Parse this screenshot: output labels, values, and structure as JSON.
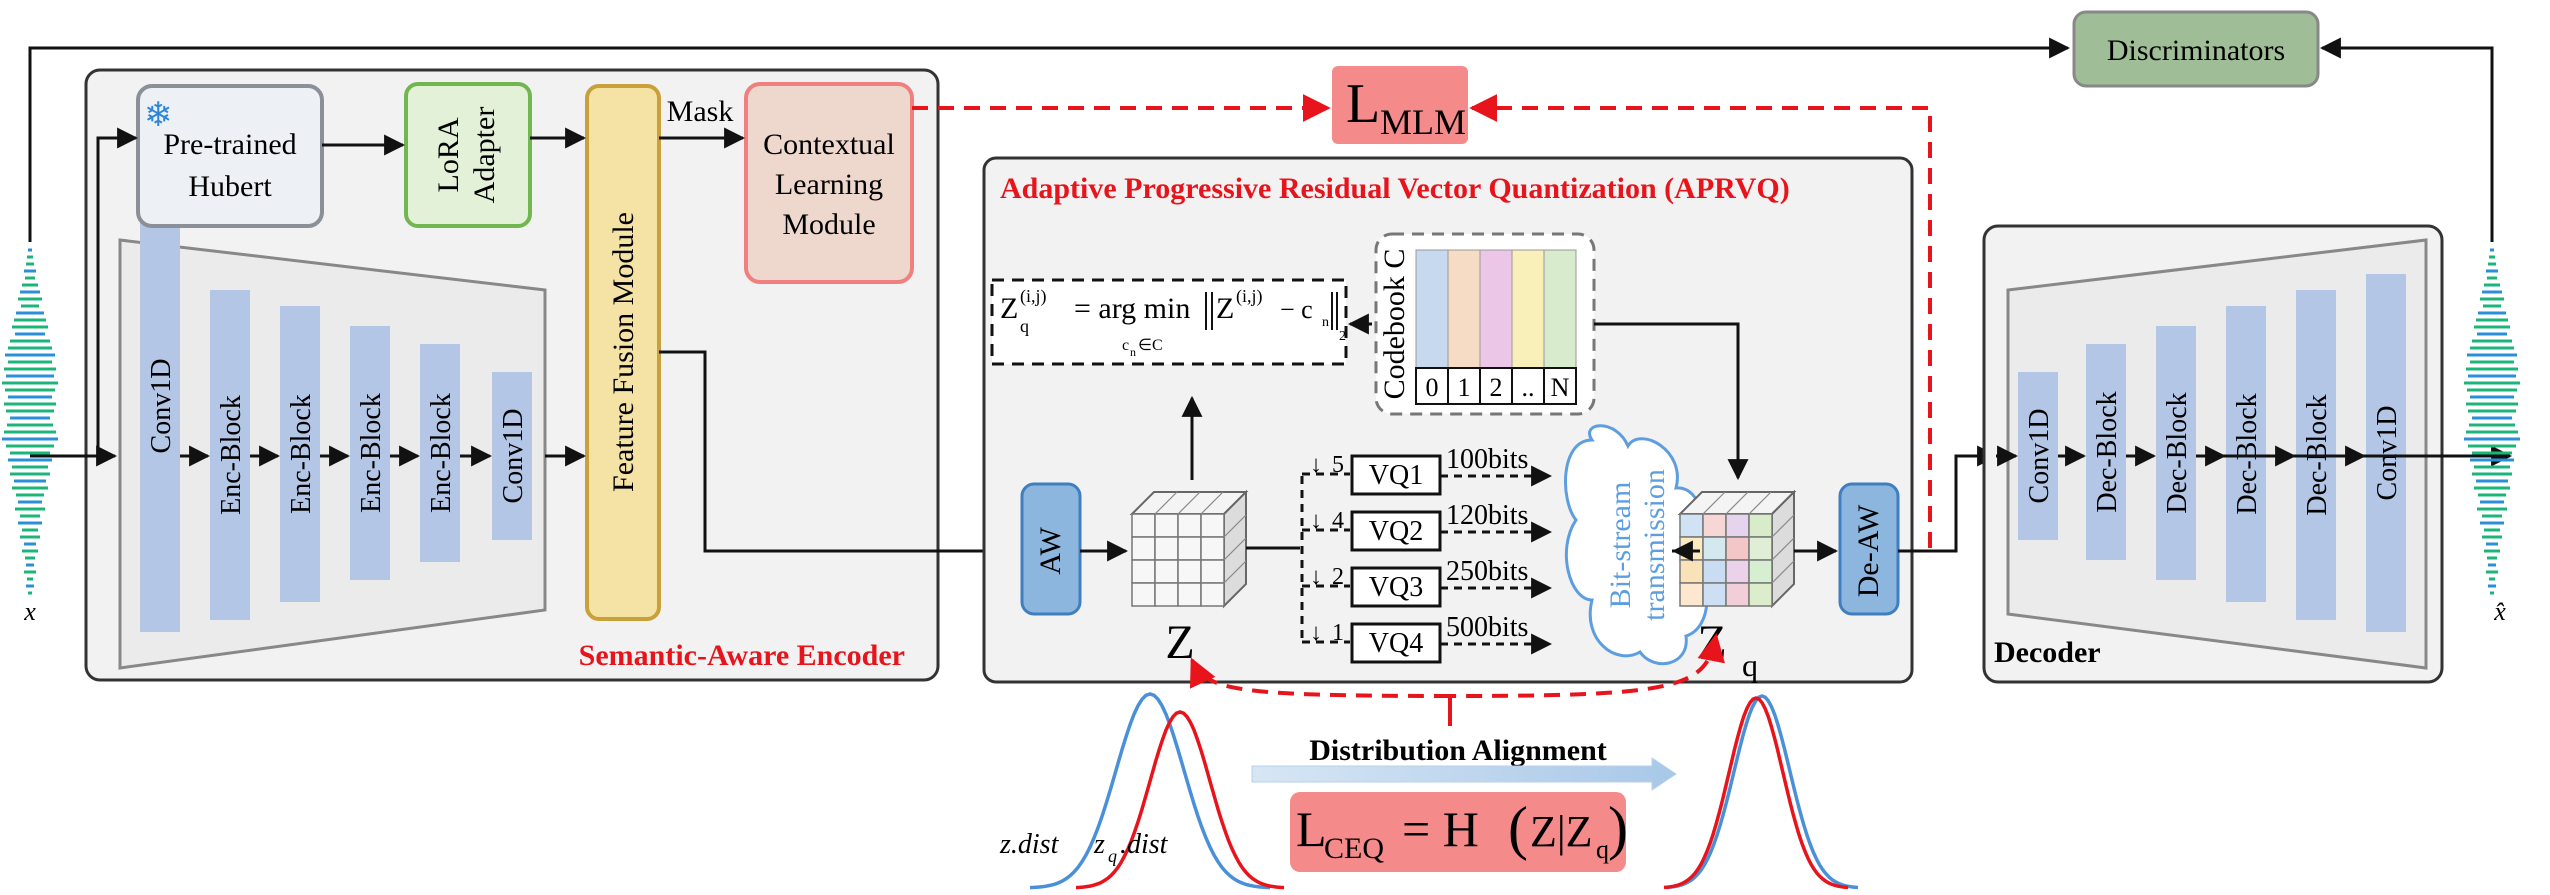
{
  "signals": {
    "input_label": "x",
    "output_label": "x̂"
  },
  "encoder": {
    "title": "Semantic-Aware Encoder",
    "pretrained": "Pre-trained Hubert",
    "pretrained_l1": "Pre-trained",
    "pretrained_l2": "Hubert",
    "lora": "LoRA Adapter",
    "lora_l1": "LoRA",
    "lora_l2": "Adapter",
    "mask_label": "Mask",
    "clm": "Contextual Learning Module",
    "clm_l1": "Contextual",
    "clm_l2": "Learning",
    "clm_l3": "Module",
    "fusion": "Feature Fusion Module",
    "blocks": [
      "Conv1D",
      "Enc-Block",
      "Enc-Block",
      "Enc-Block",
      "Enc-Block",
      "Conv1D"
    ]
  },
  "quantizer": {
    "title": "Adaptive Progressive Residual Vector Quantization (APRVQ)",
    "aw": "AW",
    "deaw": "De-AW",
    "z_label": "Z",
    "zq_label": "Z",
    "zq_sub": "q",
    "formula_lhs": "Z",
    "formula_sup": "(i,j)",
    "formula_sub": "q",
    "formula_eq": "= arg min",
    "formula_under": "c",
    "formula_under_sub": "n",
    "formula_under_rest": "∈C",
    "formula_body": "Z",
    "formula_body_sup": "(i,j)",
    "formula_minus": "− c",
    "formula_cn_sub": "n",
    "formula_norm_sub": "2",
    "codebook_title": "Codebook C",
    "codebook_indices": [
      "0",
      "1",
      "2",
      "..",
      "N"
    ],
    "codebook_colors": [
      "#c7d9ee",
      "#f6dcc4",
      "#ecc6e6",
      "#f8f0b8",
      "#d8ebcc"
    ],
    "bitstream": "Bit-stream transmission",
    "bitstream_l1": "Bit-stream",
    "bitstream_l2": "transmission",
    "vqs": [
      {
        "count": "5",
        "name": "VQ1",
        "bits": "100bits"
      },
      {
        "count": "4",
        "name": "VQ2",
        "bits": "120bits"
      },
      {
        "count": "2",
        "name": "VQ3",
        "bits": "250bits"
      },
      {
        "count": "1",
        "name": "VQ4",
        "bits": "500bits"
      }
    ]
  },
  "decoder": {
    "title": "Decoder",
    "blocks": [
      "Conv1D",
      "Dec-Block",
      "Dec-Block",
      "Dec-Block",
      "Dec-Block",
      "Conv1D"
    ]
  },
  "discriminators": "Discriminators",
  "loss_mlm": {
    "main": "L",
    "sub": "MLM"
  },
  "alignment": {
    "title": "Distribution Alignment",
    "z_dist": "z.dist",
    "zq_dist_pre": "z",
    "zq_dist_sub": "q",
    "zq_dist_post": ".dist",
    "loss_main": "L",
    "loss_sub": "CEQ",
    "loss_eq": "= H",
    "loss_arg": "Z|Z",
    "loss_arg_sub": "q"
  },
  "colors": {
    "accent_red": "#e8141c",
    "block_blue": "#b3c6e6",
    "fusion_fill": "#f5e3a6",
    "fusion_stroke": "#c9a13a",
    "lora_fill": "#e4f1d9",
    "lora_stroke": "#72b650",
    "clm_fill": "#eed7cc",
    "clm_stroke": "#f08080",
    "disc_fill": "#9fbd96",
    "mlm_fill": "#f58a8a",
    "aw_fill": "#8cb6de",
    "wave_green": "#1bb57a",
    "wave_blue": "#2a8fd8"
  }
}
